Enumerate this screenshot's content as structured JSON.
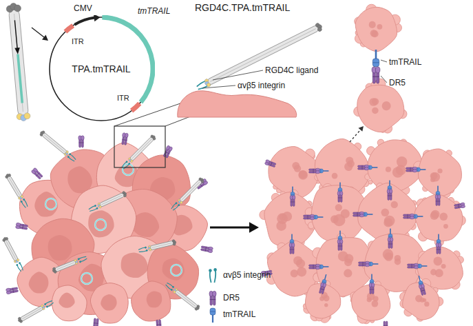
{
  "diagram": {
    "nodes": [
      {
        "text": [
          "TPA.tmTRAIL"
        ]
      }
    ],
    "labels": [
      "ITR",
      "CMV",
      "tmTRAIL",
      "ITR",
      "RGD4C.TPA.tmTRAIL",
      "RGD4C ligand",
      "αvβ5 integrin",
      "tmTRAIL",
      "DR5"
    ],
    "legend": [
      {
        "text": "αvβ5 integrin"
      },
      {
        "text": "DR5"
      },
      {
        "text": "tmTRAIL"
      }
    ]
  }
}
